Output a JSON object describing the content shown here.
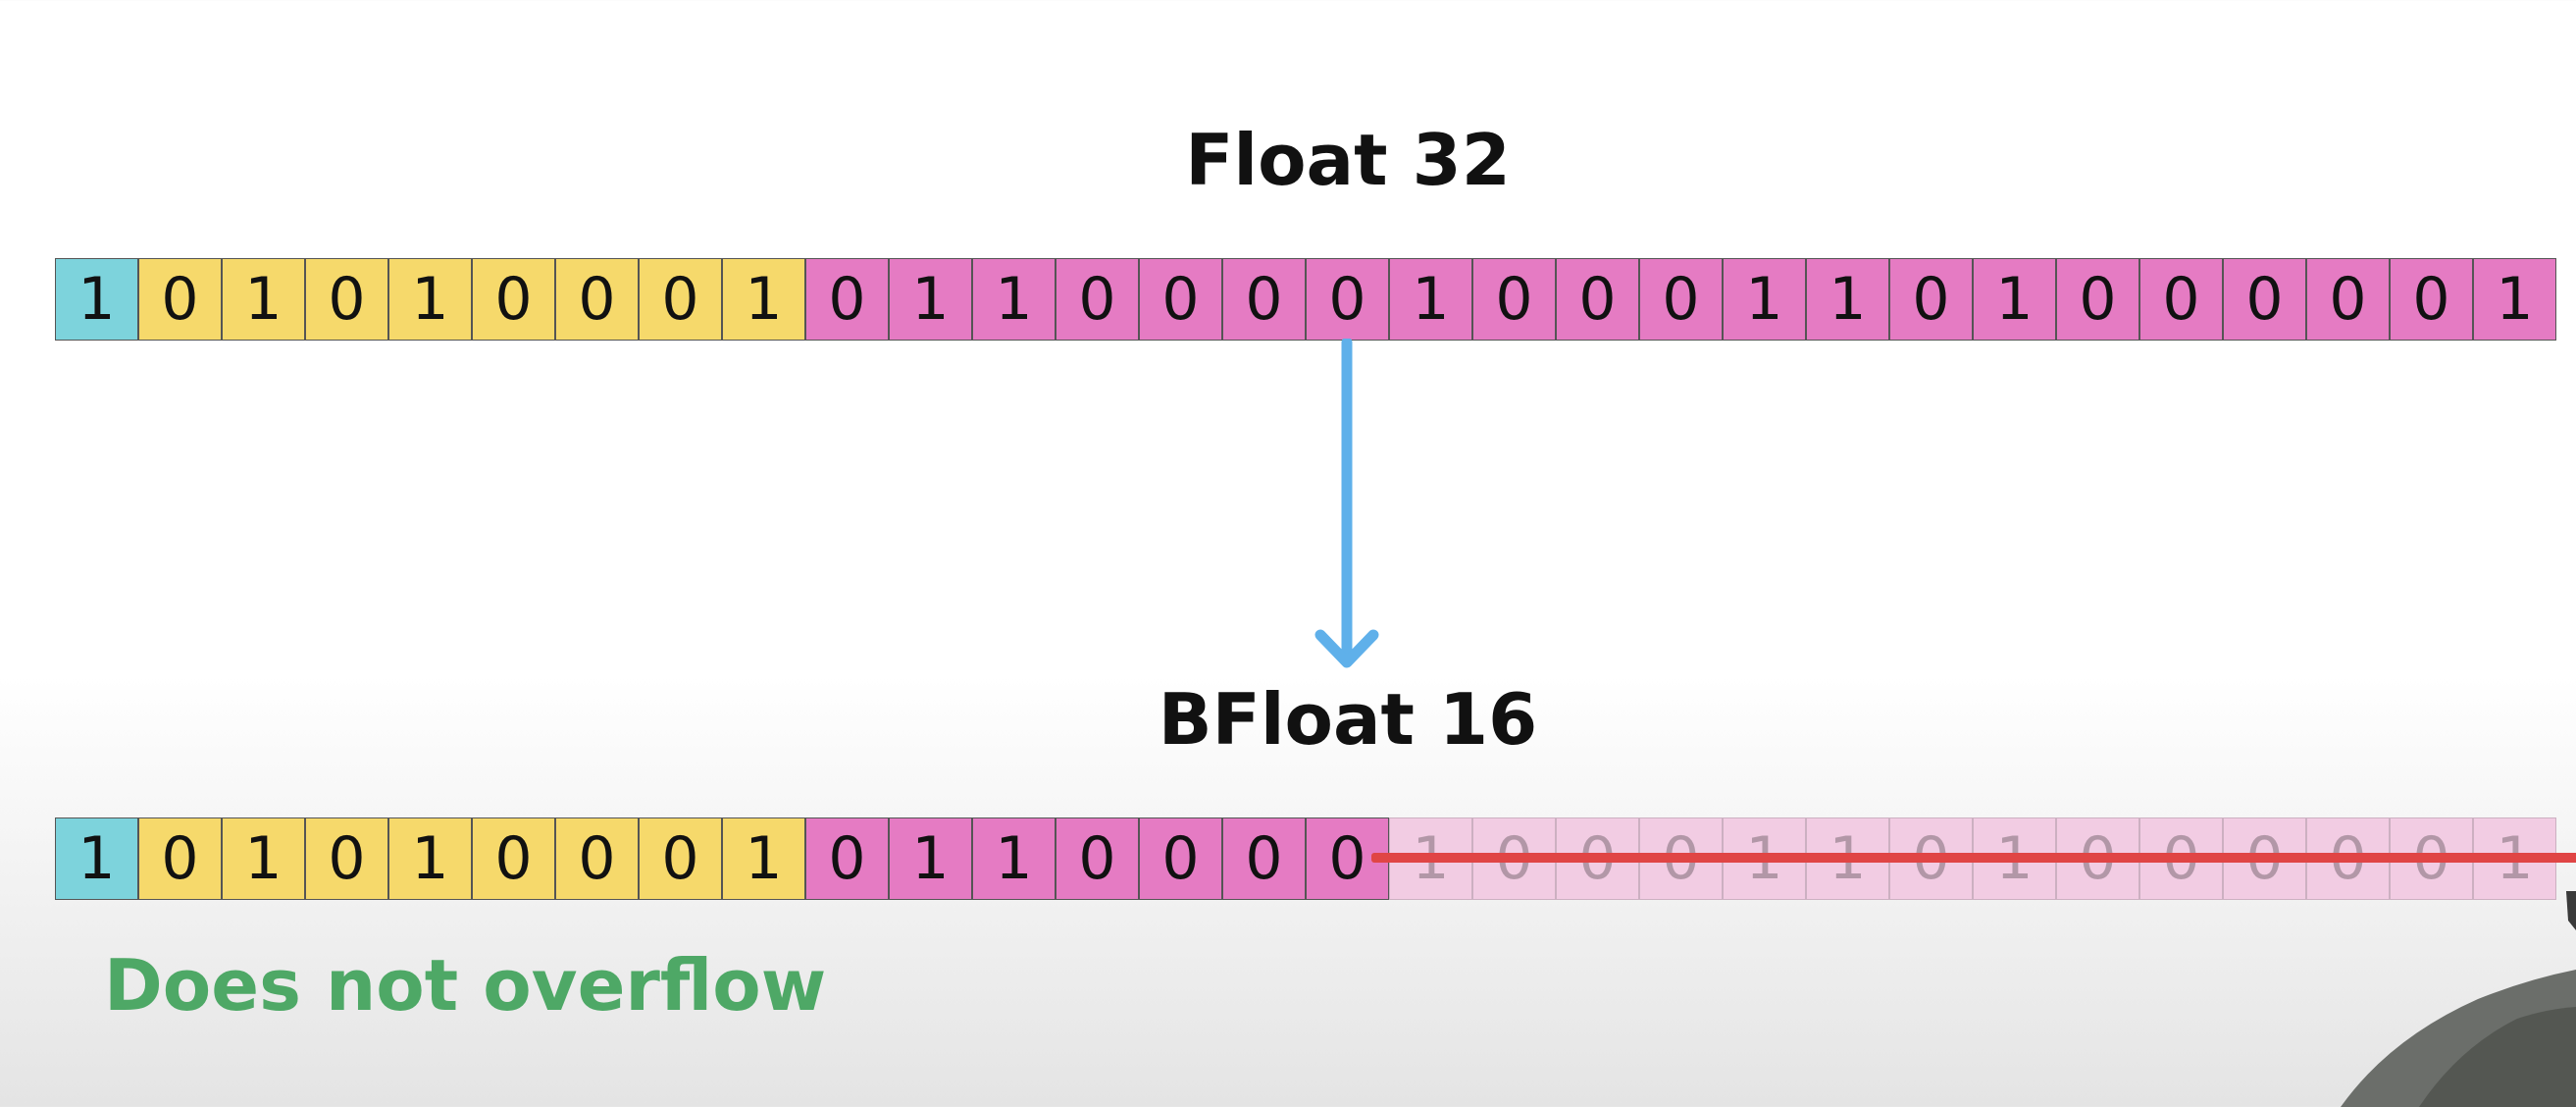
{
  "float32": {
    "title": "Float 32",
    "bits": [
      1,
      0,
      1,
      0,
      1,
      0,
      0,
      0,
      1,
      0,
      1,
      1,
      0,
      0,
      0,
      0,
      1,
      0,
      0,
      0,
      1,
      1,
      0,
      1,
      0,
      0,
      0,
      0,
      0,
      1
    ],
    "segments": [
      "sign",
      "exponent",
      "exponent",
      "exponent",
      "exponent",
      "exponent",
      "exponent",
      "exponent",
      "exponent",
      "mantissa",
      "mantissa",
      "mantissa",
      "mantissa",
      "mantissa",
      "mantissa",
      "mantissa",
      "mantissa",
      "mantissa",
      "mantissa",
      "mantissa",
      "mantissa",
      "mantissa",
      "mantissa",
      "mantissa",
      "mantissa",
      "mantissa",
      "mantissa",
      "mantissa",
      "mantissa",
      "mantissa"
    ]
  },
  "bfloat16": {
    "title": "BFloat 16",
    "bits": [
      1,
      0,
      1,
      0,
      1,
      0,
      0,
      0,
      1,
      0,
      1,
      1,
      0,
      0,
      0,
      0,
      1,
      0,
      0,
      0,
      1,
      1,
      0,
      1,
      0,
      0,
      0,
      0,
      0,
      1
    ],
    "segments": [
      "sign",
      "exponent",
      "exponent",
      "exponent",
      "exponent",
      "exponent",
      "exponent",
      "exponent",
      "exponent",
      "mantissa",
      "mantissa",
      "mantissa",
      "mantissa",
      "mantissa",
      "mantissa",
      "mantissa",
      "discarded",
      "discarded",
      "discarded",
      "discarded",
      "discarded",
      "discarded",
      "discarded",
      "discarded",
      "discarded",
      "discarded",
      "discarded",
      "discarded",
      "discarded",
      "discarded"
    ]
  },
  "note": "Does not overflow",
  "colors": {
    "sign": "#7dd3dc",
    "exponent": "#f6d96b",
    "mantissa": "#e57bc3",
    "discarded": "#f2cce3",
    "arrow": "#5fb0ea",
    "strike": "#e04545",
    "note": "#4ea866"
  },
  "icons": {
    "arrow": "down-arrow-icon",
    "strike": "strikethrough-line"
  }
}
